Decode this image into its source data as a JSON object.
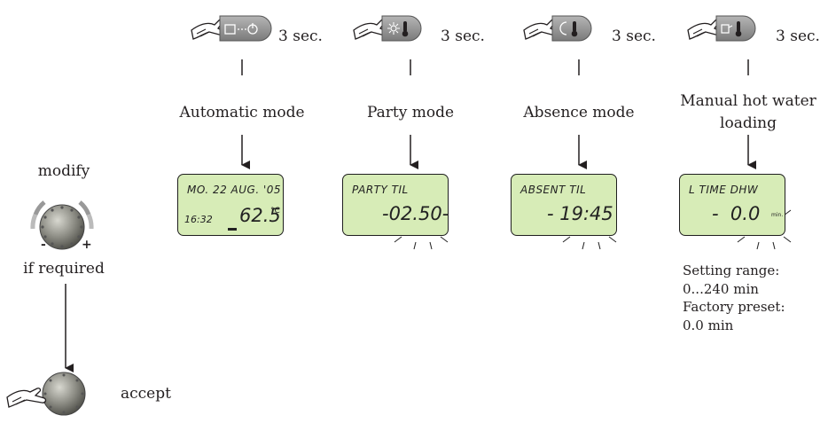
{
  "steps": [
    {
      "duration": "3 sec.",
      "mode_label": "Automatic mode",
      "button_icon": "clock-standby-icon",
      "display": {
        "top": "MO. 22 AUG. '05",
        "small": "16:32",
        "value": "62.5",
        "unit": "°C"
      }
    },
    {
      "duration": "3 sec.",
      "mode_label": "Party mode",
      "button_icon": "sun-thermometer-icon",
      "display": {
        "top": "PARTY TIL",
        "value": "-02.50-"
      }
    },
    {
      "duration": "3 sec.",
      "mode_label": "Absence mode",
      "button_icon": "moon-thermometer-icon",
      "display": {
        "top": "ABSENT TIL",
        "value": "- 19:45 -"
      }
    },
    {
      "duration": "3 sec.",
      "mode_label": "Manual hot water loading",
      "mode_label_lines": [
        "Manual hot water",
        "loading"
      ],
      "button_icon": "tap-thermometer-icon",
      "display": {
        "top": "L TIME DHW",
        "value": "-  0.0",
        "unit": "min."
      }
    }
  ],
  "knob": {
    "top_label": "modify",
    "bottom_label": "if required",
    "minus": "-",
    "plus": "+"
  },
  "accept_label": "accept",
  "settings": {
    "lines": [
      "Setting range:",
      "0...240 min",
      "Factory preset:",
      "0.0 min"
    ]
  },
  "colors": {
    "lcd_background": "#d7ecb7",
    "button_grey": "#8f8f8f",
    "text": "#231f20"
  }
}
